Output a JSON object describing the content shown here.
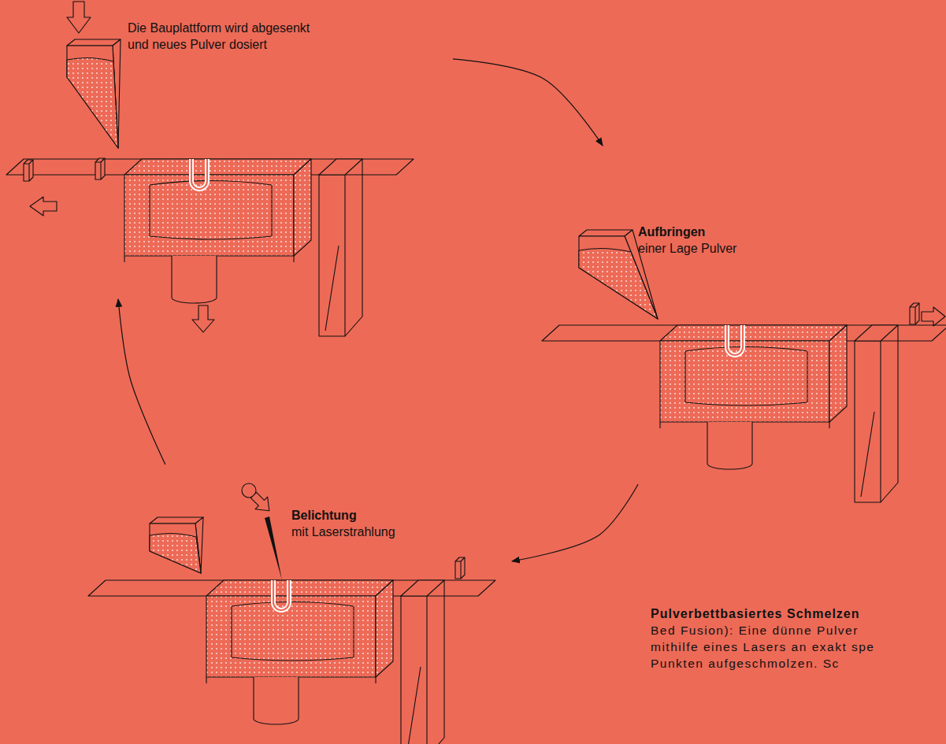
{
  "diagram": {
    "nodes": [
      {
        "text": [
          "Die Bauplattform wird abgesenkt und neues Pulver dosiert"
        ]
      },
      {
        "text": [
          "Aufbringen",
          "einer Lage Pulver"
        ]
      },
      {
        "text": [
          "Belichtung",
          "mit Laserstrahlung"
        ]
      }
    ],
    "edges": [
      {
        "from": 0,
        "to": 1,
        "arrow": "to"
      },
      {
        "from": 1,
        "to": 2,
        "arrow": "to"
      },
      {
        "from": 2,
        "to": 0,
        "arrow": "to"
      }
    ],
    "labels": [
      "Pulverbettbasiertes Schmelzen",
      "Bed Fusion): Eine dünne Pulver",
      "mithilfe eines Lasers an exakt spe",
      "Punkten aufgeschmolzen. Sc"
    ]
  }
}
